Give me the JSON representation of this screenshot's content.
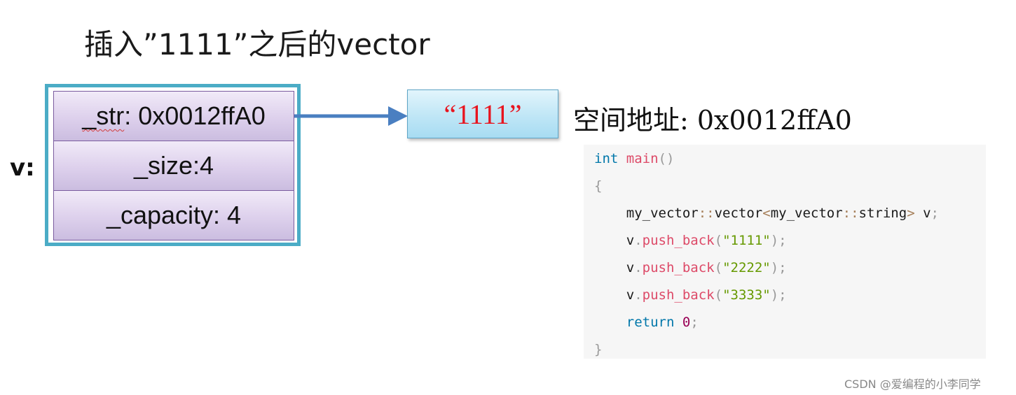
{
  "title": "插入”1111”之后的vector",
  "var_label": "v:",
  "struct_fields": [
    {
      "name": "_str",
      "text": ": 0x0012ffA0"
    },
    {
      "text": "_size:4"
    },
    {
      "text": "_capacity: 4"
    }
  ],
  "target_string": "“1111”",
  "address_label": "空间地址: 0x0012ffA0",
  "code": {
    "line1": {
      "kw": "int",
      "fn": "main",
      "paren": "()"
    },
    "line2": "{",
    "line3": {
      "a": "my_vector",
      "sep": "::",
      "b": "vector",
      "lt": "<",
      "c": "my_vector",
      "sep2": "::",
      "d": "string",
      "gt": ">",
      "e": " v",
      "semi": ";"
    },
    "push": [
      {
        "obj": "v",
        "dot": ".",
        "method": "push_back",
        "open": "(",
        "arg": "\"1111\"",
        "close": ");"
      },
      {
        "obj": "v",
        "dot": ".",
        "method": "push_back",
        "open": "(",
        "arg": "\"2222\"",
        "close": ");"
      },
      {
        "obj": "v",
        "dot": ".",
        "method": "push_back",
        "open": "(",
        "arg": "\"3333\"",
        "close": ");"
      }
    ],
    "ret": {
      "kw": "return",
      "num": "0",
      "semi": ";"
    },
    "close_brace": "}"
  },
  "watermark": "CSDN @爱编程的小李同学",
  "colors": {
    "struct_border": "#4bacc6",
    "field_fill": "#ddd0ec",
    "target_fill": "#bfe6f6",
    "target_text": "#e8141e",
    "arrow": "#4a7fc1",
    "code_bg": "#f6f6f6"
  }
}
